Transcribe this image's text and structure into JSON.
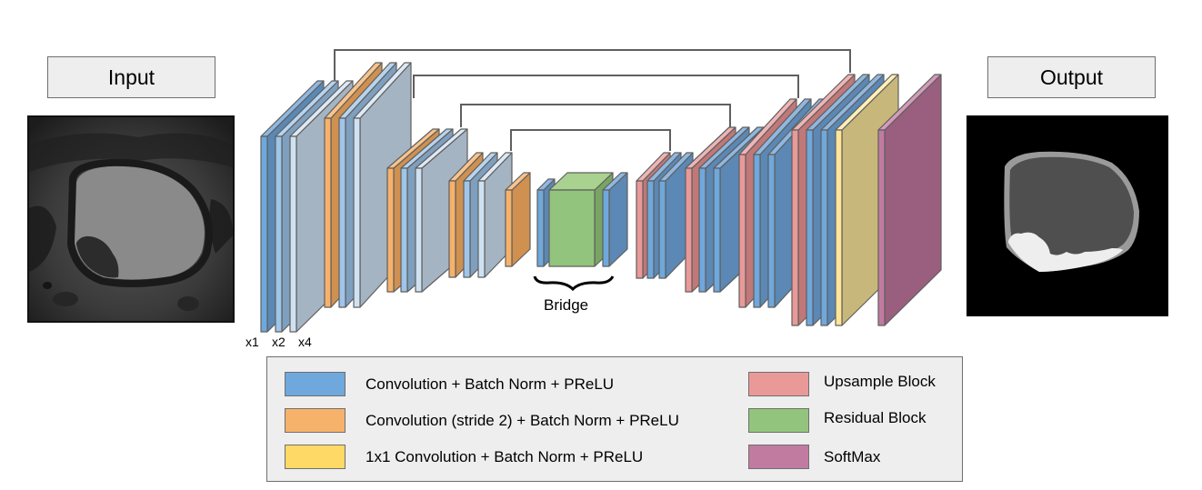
{
  "input": {
    "label": "Input",
    "image": "prostate-mri-slice"
  },
  "output": {
    "label": "Output",
    "image": "segmentation-mask"
  },
  "bridge_label": "Bridge",
  "multipliers": [
    "x1",
    "x2",
    "x4"
  ],
  "colors": {
    "conv": "#6fa8dc",
    "conv_stride2": "#f6b26b",
    "conv_1x1": "#ffd966",
    "upsample": "#ea9999",
    "residual": "#93c47d",
    "softmax": "#c27ba0",
    "line": "#5f5f5f"
  },
  "legend": {
    "left": [
      {
        "label": "Convolution + Batch Norm + PReLU",
        "color_key": "conv"
      },
      {
        "label": "Convolution (stride 2) + Batch Norm + PReLU",
        "color_key": "conv_stride2"
      },
      {
        "label": "1x1 Convolution + Batch Norm + PReLU",
        "color_key": "conv_1x1"
      }
    ],
    "right": [
      {
        "label": "Upsample Block",
        "color_key": "upsample"
      },
      {
        "label": "Residual Block",
        "color_key": "residual"
      },
      {
        "label": "SoftMax",
        "color_key": "softmax"
      }
    ]
  },
  "network": {
    "encoder": [
      {
        "stage": 1,
        "layers": [
          "conv",
          "conv",
          "conv"
        ],
        "multiplier_labels": true
      },
      {
        "stage": 2,
        "layers": [
          "conv_stride2",
          "conv",
          "conv"
        ]
      },
      {
        "stage": 3,
        "layers": [
          "conv_stride2",
          "conv",
          "conv"
        ]
      },
      {
        "stage": 4,
        "layers": [
          "conv_stride2",
          "conv",
          "conv"
        ]
      }
    ],
    "bridge": [
      "conv_stride2",
      "conv",
      "residual",
      "conv"
    ],
    "decoder": [
      {
        "stage": 4,
        "layers": [
          "upsample",
          "conv",
          "conv"
        ]
      },
      {
        "stage": 3,
        "layers": [
          "upsample",
          "conv",
          "conv"
        ]
      },
      {
        "stage": 2,
        "layers": [
          "upsample",
          "conv",
          "conv"
        ]
      },
      {
        "stage": 1,
        "layers": [
          "upsample",
          "conv",
          "conv",
          "conv_1x1",
          "softmax"
        ]
      }
    ],
    "skip_connections": [
      {
        "from_encoder_stage": 1,
        "to_decoder_stage": 1
      },
      {
        "from_encoder_stage": 2,
        "to_decoder_stage": 2
      },
      {
        "from_encoder_stage": 3,
        "to_decoder_stage": 3
      },
      {
        "from_encoder_stage": 4,
        "to_decoder_stage": 4
      }
    ]
  }
}
